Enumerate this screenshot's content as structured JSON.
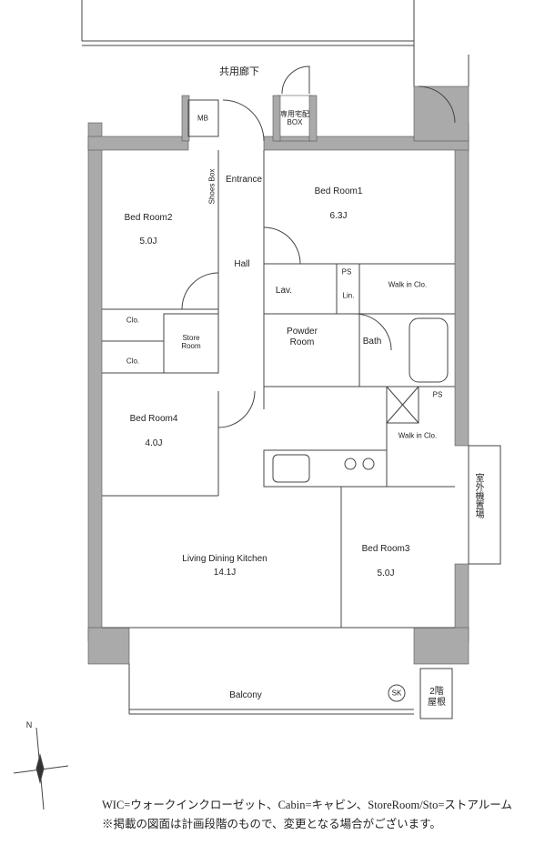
{
  "corridor": "共用廊下",
  "mb": "MB",
  "delivery_box": {
    "line1": "専用宅配",
    "line2": "BOX"
  },
  "rooms": {
    "entrance": "Entrance",
    "shoes_box": "Shoes Box",
    "bedroom1": {
      "name": "Bed Room1",
      "size": "6.3J"
    },
    "bedroom2": {
      "name": "Bed Room2",
      "size": "5.0J"
    },
    "bedroom3": {
      "name": "Bed Room3",
      "size": "5.0J"
    },
    "bedroom4": {
      "name": "Bed Room4",
      "size": "4.0J"
    },
    "hall": "Hall",
    "lav": "Lav.",
    "ps1": "PS",
    "ps2": "PS",
    "lin": "Lin.",
    "wic1": "Walk in Clo.",
    "wic2": "Walk in Clo.",
    "clo1": "Clo.",
    "clo2": "Clo.",
    "store_room": {
      "line1": "Store",
      "line2": "Room"
    },
    "powder_room": {
      "line1": "Powder",
      "line2": "Room"
    },
    "bath": "Bath",
    "ldk": {
      "name": "Living Dining Kitchen",
      "size": "14.1J"
    },
    "outdoor_unit": "室外機置場",
    "balcony": "Balcony",
    "sk": "SK",
    "roof": {
      "line1": "2階",
      "line2": "屋根"
    }
  },
  "compass": "N",
  "notes": [
    "WIC=ウォークインクローゼット、Cabin=キャビン、StoreRoom/Sto=ストアルーム",
    "※掲載の図面は計画段階のもので、変更となる場合がございます。"
  ],
  "colors": {
    "wall": "#aaaaaa",
    "line": "#444444"
  }
}
